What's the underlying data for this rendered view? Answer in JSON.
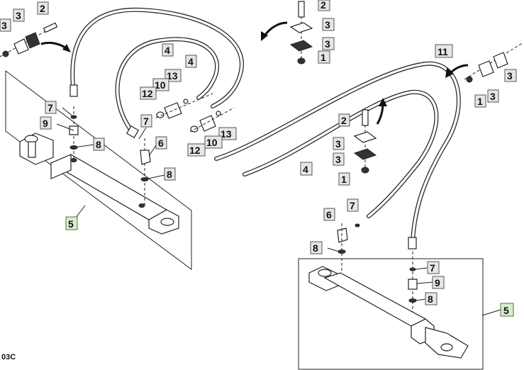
{
  "figure_code": "03C",
  "callouts": {
    "c1": "3",
    "c2": "3",
    "c3": "2",
    "c4": "4",
    "c5": "4",
    "c6": "2",
    "c7": "3",
    "c8": "3",
    "c9": "1",
    "c10": "13",
    "c11": "10",
    "c12": "12",
    "c13": "7",
    "c14": "9",
    "c15": "8",
    "c16": "7",
    "c17": "6",
    "c18": "8",
    "c19": "5",
    "c20": "13",
    "c21": "10",
    "c22": "12",
    "c23": "11",
    "c24": "1",
    "c25": "3",
    "c26": "3",
    "c27": "2",
    "c28": "3",
    "c29": "3",
    "c30": "1",
    "c31": "4",
    "c32": "6",
    "c33": "7",
    "c34": "8",
    "c35": "7",
    "c36": "9",
    "c37": "8",
    "c38": "5"
  }
}
